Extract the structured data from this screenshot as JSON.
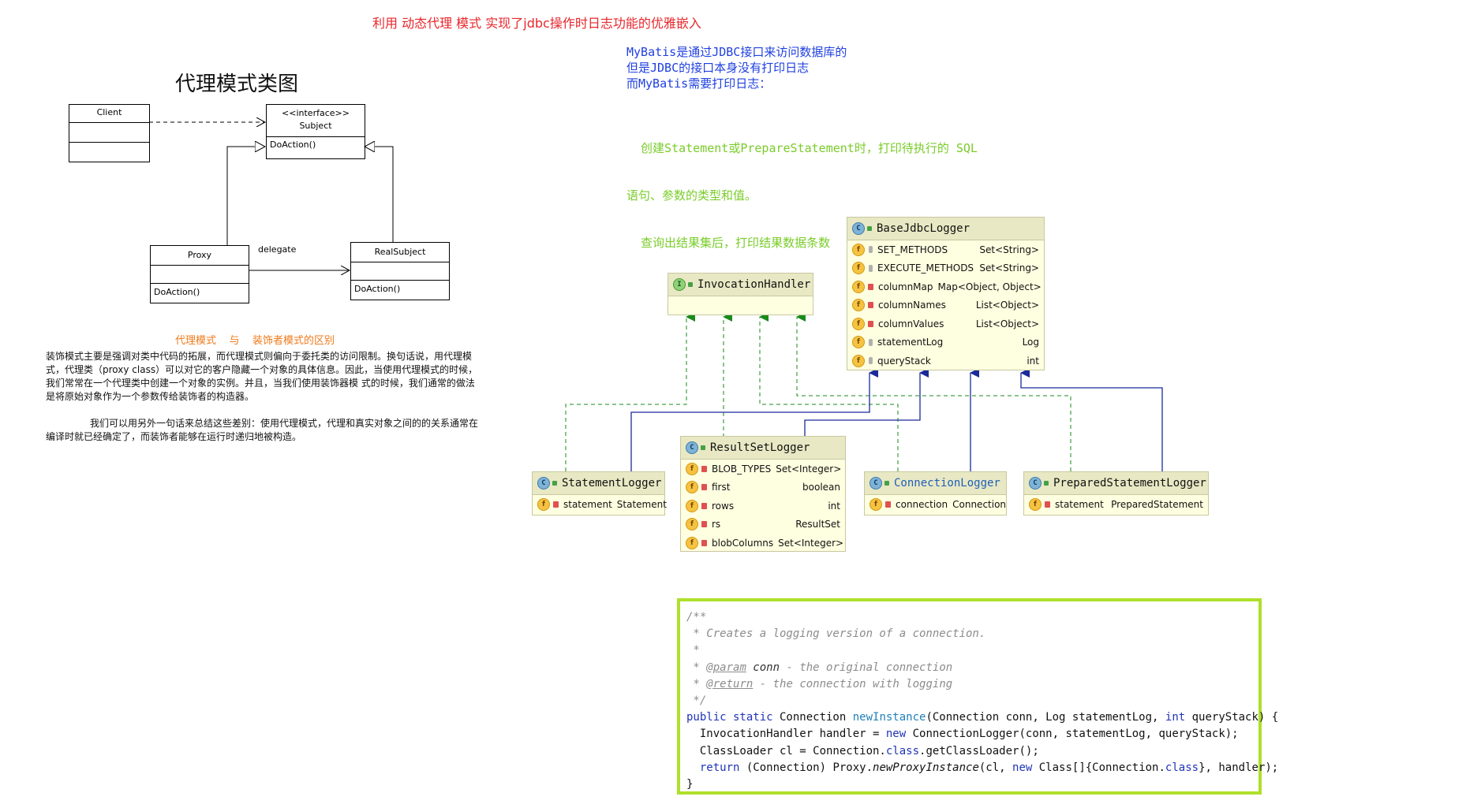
{
  "top_title": "利用 动态代理 模式 实现了jdbc操作时日志功能的优雅嵌入",
  "mybatis_note": {
    "lines": [
      "MyBatis是通过JDBC接口来访问数据库的",
      "但是JDBC的接口本身没有打印日志",
      "而MyBatis需要打印日志："
    ],
    "detail_lines": [
      "  创建Statement或PrepareStatement时，打印待执行的 SQL",
      "语句、参数的类型和值。",
      "  查询出结果集后，打印结果数据条数"
    ]
  },
  "proxy_diagram": {
    "title": "代理模式类图",
    "client": "Client",
    "subject_stereotype": "<<interface>>",
    "subject": "Subject",
    "subject_method": "DoAction()",
    "proxy": "Proxy",
    "proxy_method": "DoAction()",
    "real_subject": "RealSubject",
    "real_method": "DoAction()",
    "delegate_label": "delegate"
  },
  "difference": {
    "title": "代理模式    与    装饰者模式的区别",
    "para1": "装饰模式主要是强调对类中代码的拓展，而代理模式则偏向于委托类的访问限制。换句话说，用代理模式，代理类（proxy class）可以对它的客户隐藏一个对象的具体信息。因此，当使用代理模式的时候，我们常常在一个代理类中创建一个对象的实例。并且，当我们使用装饰器模 式的时候，我们通常的做法是将原始对象作为一个参数传给装饰者的构造器。",
    "para2": "我们可以用另外一句话来总结这些差别：使用代理模式，代理和真实对象之间的的关系通常在编译时就已经确定了，而装饰者能够在运行时递归地被构造。"
  },
  "classes": {
    "invocation_handler": {
      "name": "InvocationHandler",
      "kind": "I"
    },
    "base_jdbc_logger": {
      "name": "BaseJdbcLogger",
      "kind": "C",
      "fields": [
        {
          "name": "SET_METHODS",
          "type": "Set<String>"
        },
        {
          "name": "EXECUTE_METHODS",
          "type": "Set<String>"
        },
        {
          "name": "columnMap",
          "type": "Map<Object, Object>"
        },
        {
          "name": "columnNames",
          "type": "List<Object>"
        },
        {
          "name": "columnValues",
          "type": "List<Object>"
        },
        {
          "name": "statementLog",
          "type": "Log"
        },
        {
          "name": "queryStack",
          "type": "int"
        }
      ]
    },
    "result_set_logger": {
      "name": "ResultSetLogger",
      "kind": "C",
      "fields": [
        {
          "name": "BLOB_TYPES",
          "type": "Set<Integer>"
        },
        {
          "name": "first",
          "type": "boolean"
        },
        {
          "name": "rows",
          "type": "int"
        },
        {
          "name": "rs",
          "type": "ResultSet"
        },
        {
          "name": "blobColumns",
          "type": "Set<Integer>"
        }
      ]
    },
    "statement_logger": {
      "name": "StatementLogger",
      "kind": "C",
      "fields": [
        {
          "name": "statement",
          "type": "Statement"
        }
      ]
    },
    "connection_logger": {
      "name": "ConnectionLogger",
      "kind": "C",
      "fields": [
        {
          "name": "connection",
          "type": "Connection"
        }
      ]
    },
    "prepared_statement_logger": {
      "name": "PreparedStatementLogger",
      "kind": "C",
      "fields": [
        {
          "name": "statement",
          "type": "PreparedStatement"
        }
      ]
    }
  },
  "code": {
    "c1": "/**",
    "c2": " * Creates a logging version of a connection.",
    "c3": " *",
    "c4_prefix": " * ",
    "c4_tag": "@param",
    "c4_name": " conn",
    "c4_rest": " - the original connection",
    "c5_prefix": " * ",
    "c5_tag": "@return",
    "c5_rest": " - the connection with logging",
    "c6": " */",
    "l1_kw": "public static",
    "l1_type": " Connection ",
    "l1_fn": "newInstance",
    "l1_args1": "(Connection conn, Log statementLog, ",
    "l1_int": "int",
    "l1_args2": " queryStack) {",
    "l2_a": "  InvocationHandler handler = ",
    "l2_new": "new",
    "l2_b": " ConnectionLogger(conn, statementLog, queryStack);",
    "l3_a": "  ClassLoader cl = Connection.",
    "l3_cls": "class",
    "l3_b": ".getClassLoader();",
    "l4_ret": "  return",
    "l4_a": " (Connection) Proxy.",
    "l4_fn": "newProxyInstance",
    "l4_b": "(cl, ",
    "l4_new": "new",
    "l4_c": " Class[]{Connection.",
    "l4_cls": "class",
    "l4_d": "}, handler);",
    "l5": "}"
  },
  "colors": {
    "title_red": "#e8262b",
    "note_blue": "#2040e0",
    "note_green": "#7acc2a",
    "diff_orange": "#ef7a1a",
    "code_border": "#aee02a",
    "impl_green": "#1a8a1a",
    "extend_blue": "#1a2a9a"
  }
}
